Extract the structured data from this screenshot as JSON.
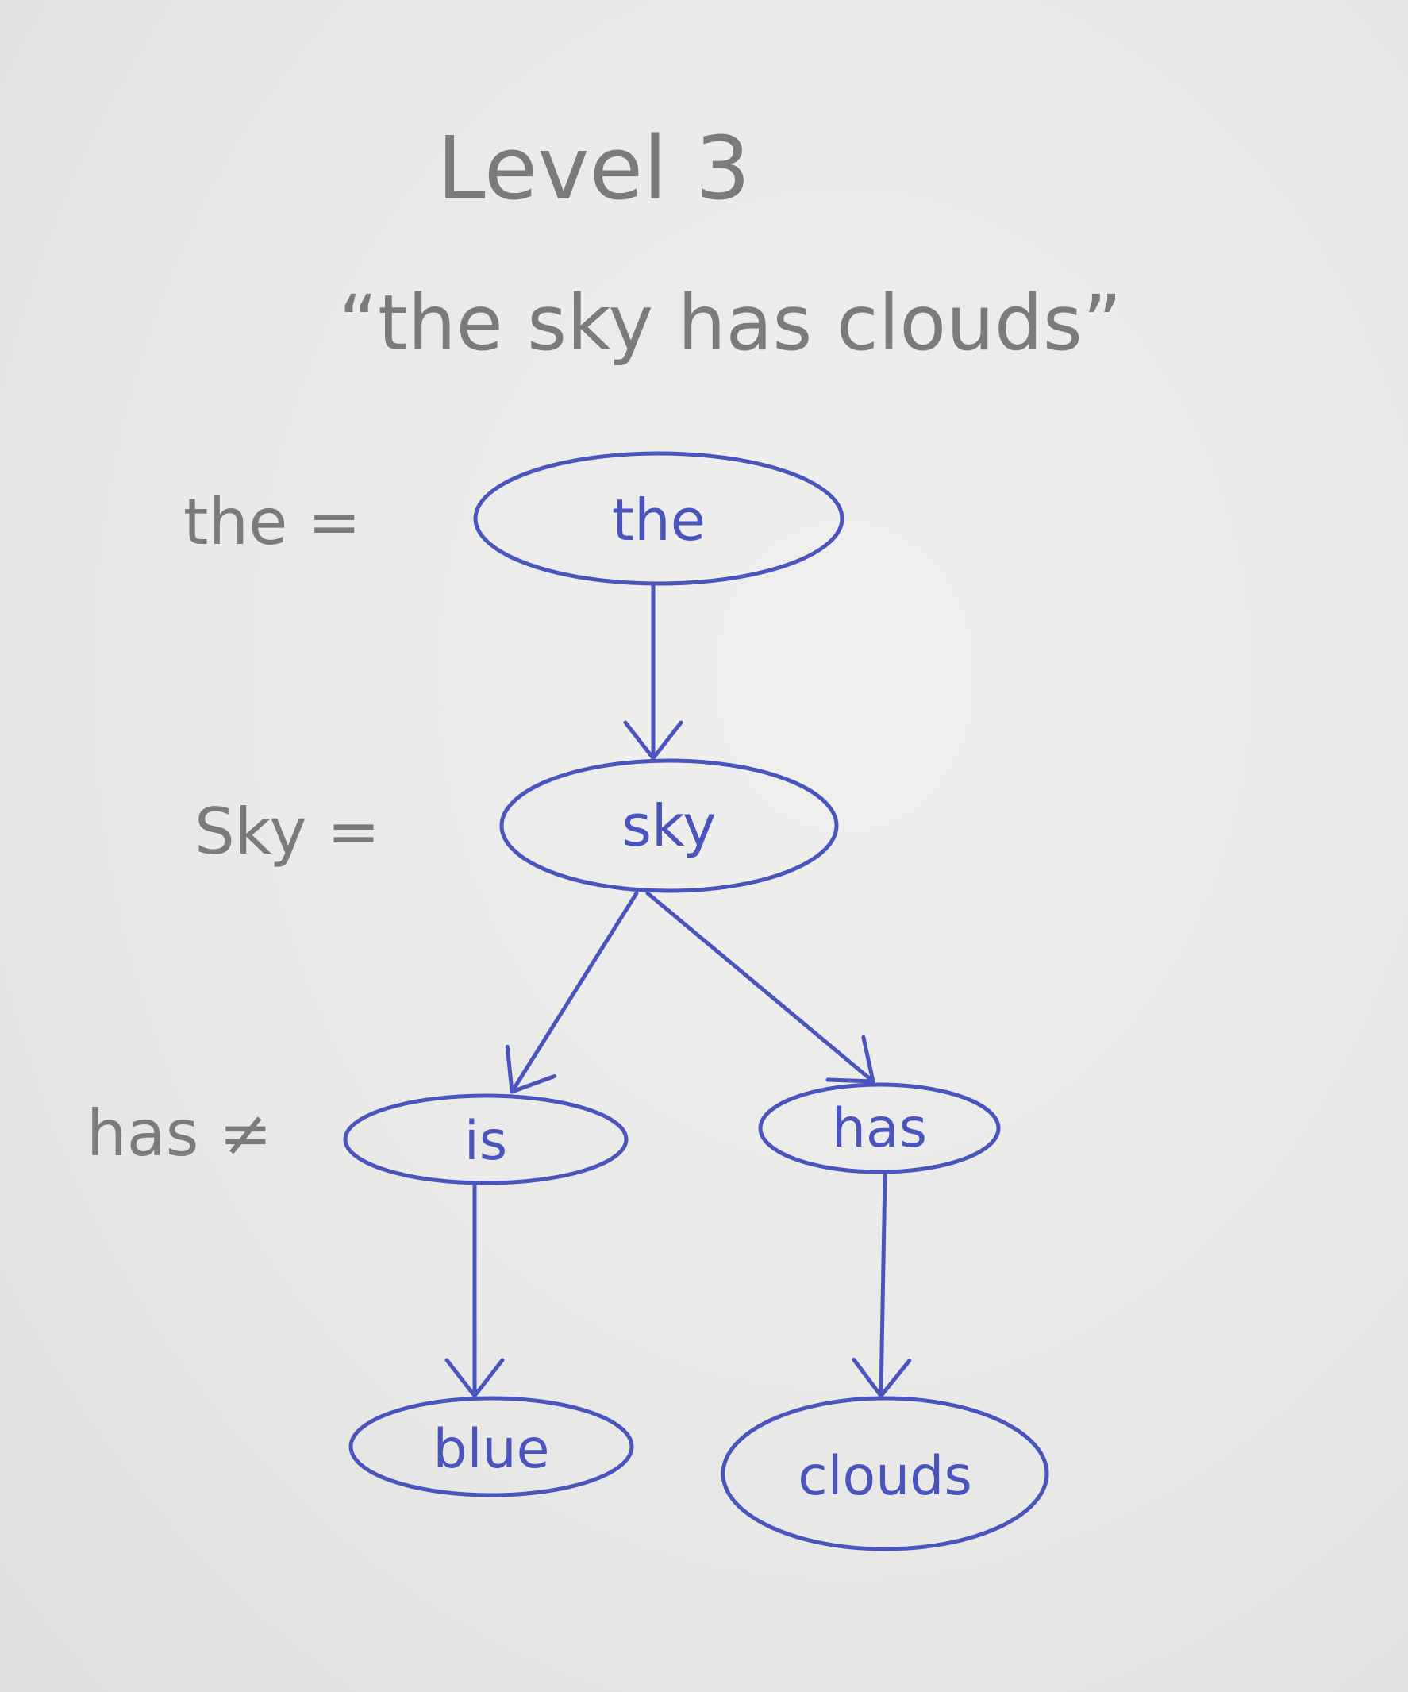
{
  "title": "Level 3",
  "sentence": "“the sky has clouds”",
  "colors": {
    "ink": "#4a54bd",
    "pencil": "#7b7b7b",
    "paper": "#ebebea"
  },
  "annotations": [
    {
      "text": "the ="
    },
    {
      "text": "Sky ="
    },
    {
      "text": "has ≠"
    }
  ],
  "nodes": [
    {
      "id": "the",
      "label": "the"
    },
    {
      "id": "sky",
      "label": "sky"
    },
    {
      "id": "is",
      "label": "is"
    },
    {
      "id": "has",
      "label": "has"
    },
    {
      "id": "blue",
      "label": "blue"
    },
    {
      "id": "clouds",
      "label": "clouds"
    }
  ],
  "edges": [
    {
      "from": "the",
      "to": "sky"
    },
    {
      "from": "sky",
      "to": "is"
    },
    {
      "from": "sky",
      "to": "has"
    },
    {
      "from": "is",
      "to": "blue"
    },
    {
      "from": "has",
      "to": "clouds"
    }
  ]
}
